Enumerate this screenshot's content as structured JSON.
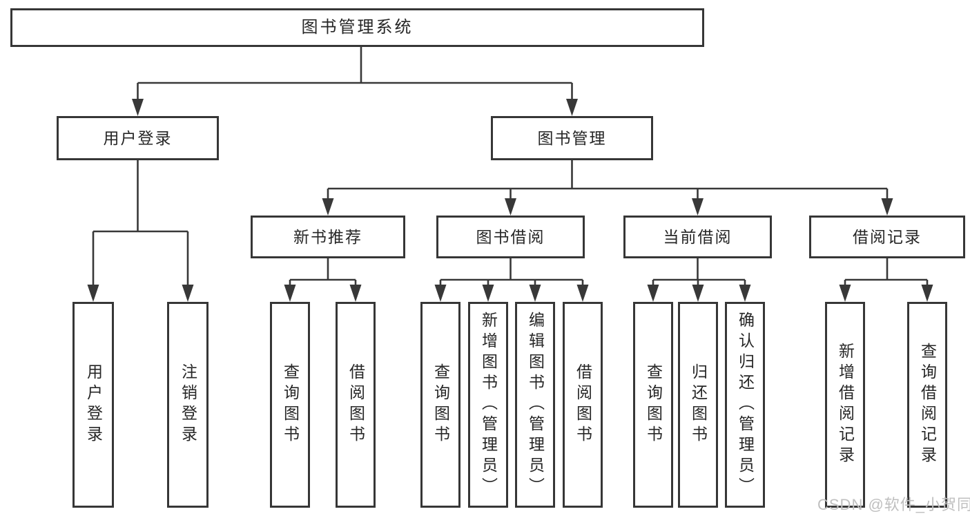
{
  "tree": {
    "root": {
      "label": "图书管理系统"
    },
    "branches": [
      {
        "label": "用户登录",
        "children": [
          {
            "label": "用户登录"
          },
          {
            "label": "注销登录"
          }
        ]
      },
      {
        "label": "图书管理",
        "children": [
          {
            "label": "新书推荐",
            "children": [
              {
                "label": "查询图书"
              },
              {
                "label": "借阅图书"
              }
            ]
          },
          {
            "label": "图书借阅",
            "children": [
              {
                "label": "查询图书"
              },
              {
                "label": "新增图书（管理员）"
              },
              {
                "label": "编辑图书（管理员）"
              },
              {
                "label": "借阅图书"
              }
            ]
          },
          {
            "label": "当前借阅",
            "children": [
              {
                "label": "查询图书"
              },
              {
                "label": "归还图书"
              },
              {
                "label": "确认归还（管理员）"
              }
            ]
          },
          {
            "label": "借阅记录",
            "children": [
              {
                "label": "新增借阅记录"
              },
              {
                "label": "查询借阅记录"
              }
            ]
          }
        ]
      }
    ]
  },
  "watermark": {
    "text": "CSDN @软件_小贺同学"
  },
  "colors": {
    "page_bg": "#ffffff",
    "line": "#383838",
    "box_border": "#363636",
    "box_fill": "#ffffff",
    "text": "#262626",
    "watermark": "#bfbfbf"
  }
}
